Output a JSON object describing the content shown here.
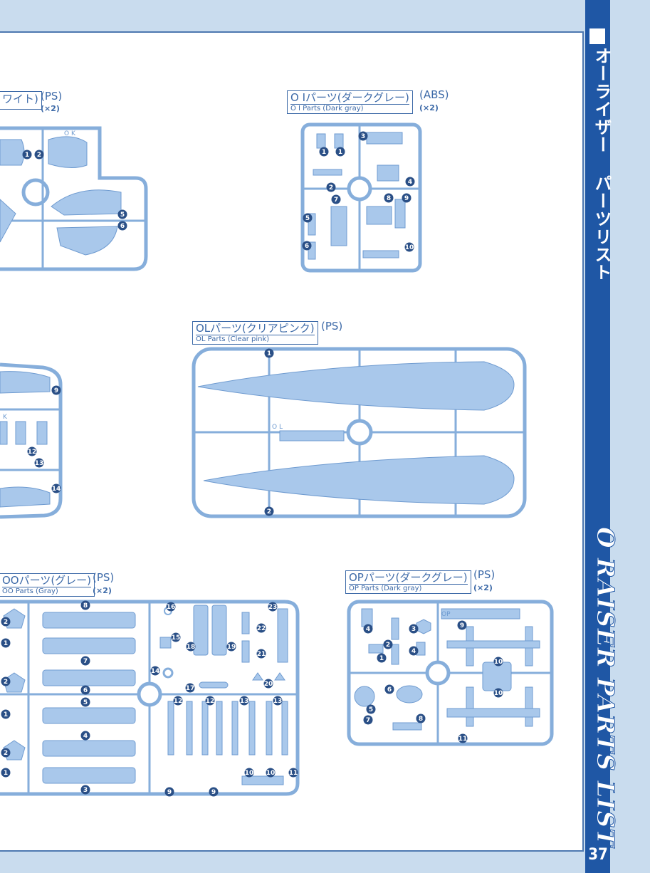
{
  "sidebar": {
    "title_jp": "オーライザー パーツリスト",
    "title_en": "O RAISER PARTS LIST",
    "page_number": "37"
  },
  "colors": {
    "accent": "#1f57a5",
    "part_blue": "#a9c8eb",
    "line_blue": "#3d6aa8",
    "frame_bg": "#c9dcee"
  },
  "sections": {
    "white": {
      "jp": "ワイト)",
      "material": "(PS)",
      "multiplier": "(×2)",
      "numbers": [
        "1",
        "2",
        "5",
        "6"
      ]
    },
    "oi": {
      "jp": "O Iパーツ(ダークグレー)",
      "en": "O I Parts (Dark gray)",
      "material": "(ABS)",
      "multiplier": "(×2)",
      "numbers": [
        "1",
        "1",
        "2",
        "3",
        "4",
        "5",
        "6",
        "7",
        "8",
        "9",
        "10"
      ]
    },
    "ol": {
      "jp": "OLパーツ(クリアピンク)",
      "en": "OL Parts (Clear pink)",
      "material": "(PS)",
      "numbers": [
        "1",
        "2"
      ],
      "sprue_tag": "O L"
    },
    "left_mid": {
      "numbers": [
        "9",
        "12",
        "13",
        "14"
      ]
    },
    "oo": {
      "jp": "OOパーツ(グレー)",
      "en": "OO Parts (Gray)",
      "material": "(PS)",
      "multiplier": "(×2)",
      "numbers": [
        "8",
        "7",
        "6",
        "5",
        "4",
        "3",
        "16",
        "18",
        "15",
        "14",
        "19",
        "22",
        "21",
        "23",
        "17",
        "12",
        "12",
        "13",
        "13",
        "20",
        "9",
        "9",
        "10",
        "10",
        "11",
        "2",
        "1",
        "2",
        "1",
        "2",
        "1"
      ]
    },
    "op": {
      "jp": "OPパーツ(ダークグレー)",
      "en": "OP Parts (Dark gray)",
      "material": "(PS)",
      "multiplier": "(×2)",
      "numbers": [
        "4",
        "3",
        "2",
        "4",
        "1",
        "9",
        "10",
        "10",
        "6",
        "5",
        "7",
        "8",
        "11"
      ],
      "sprue_tag": "OP"
    }
  }
}
